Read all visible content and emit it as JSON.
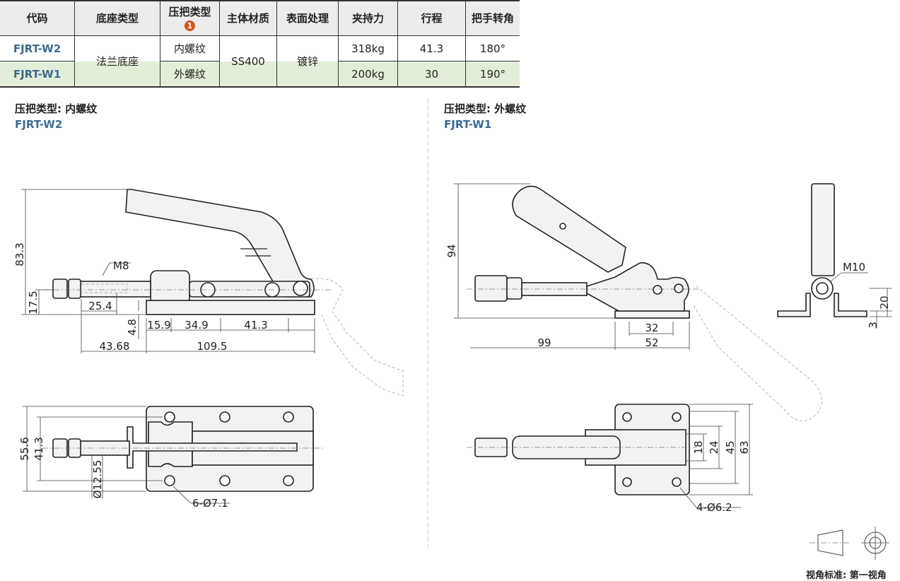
{
  "table": {
    "headers": [
      "代码",
      "底座类型",
      "压把类型",
      "主体材质",
      "表面处理",
      "夹持力",
      "行程",
      "把手转角"
    ],
    "header_badge": "1",
    "rows": [
      {
        "code": "FJRT-W2",
        "base": "法兰底座",
        "handle": "内螺纹",
        "material": "SS400",
        "finish": "镀锌",
        "force": "318kg",
        "stroke": "41.3",
        "angle": "180°"
      },
      {
        "code": "FJRT-W1",
        "handle": "外螺纹",
        "force": "200kg",
        "stroke": "30",
        "angle": "190°"
      }
    ]
  },
  "left": {
    "title": "压把类型: 内螺纹",
    "code": "FJRT-W2",
    "dims": {
      "h_total": "83.3",
      "h_axis": "17.5",
      "thread": "M8",
      "thread_len": "25.4",
      "base_t": "4.8",
      "d1": "15.9",
      "d2": "34.9",
      "d3": "41.3",
      "rod": "43.68",
      "base_len": "109.5",
      "w_total": "55.6",
      "w_holes": "41.3",
      "rod_dia": "Ø12.55",
      "holes": "6-Ø7.1"
    }
  },
  "right": {
    "title": "压把类型: 外螺纹",
    "code": "FJRT-W1",
    "dims": {
      "h_total": "94",
      "rod": "99",
      "base_len": "52",
      "hole_pitch": "32",
      "thread": "M10",
      "h_end": "20",
      "t_end": "3",
      "w1": "18",
      "w2": "24",
      "w3": "45",
      "w4": "63",
      "holes": "4-Ø6.2"
    }
  },
  "footer": {
    "projection_label": "视角标准: 第一视角"
  },
  "colors": {
    "code_blue": "#3b6b93",
    "row_green": "#e3eed8",
    "badge_orange": "#d9541e"
  }
}
